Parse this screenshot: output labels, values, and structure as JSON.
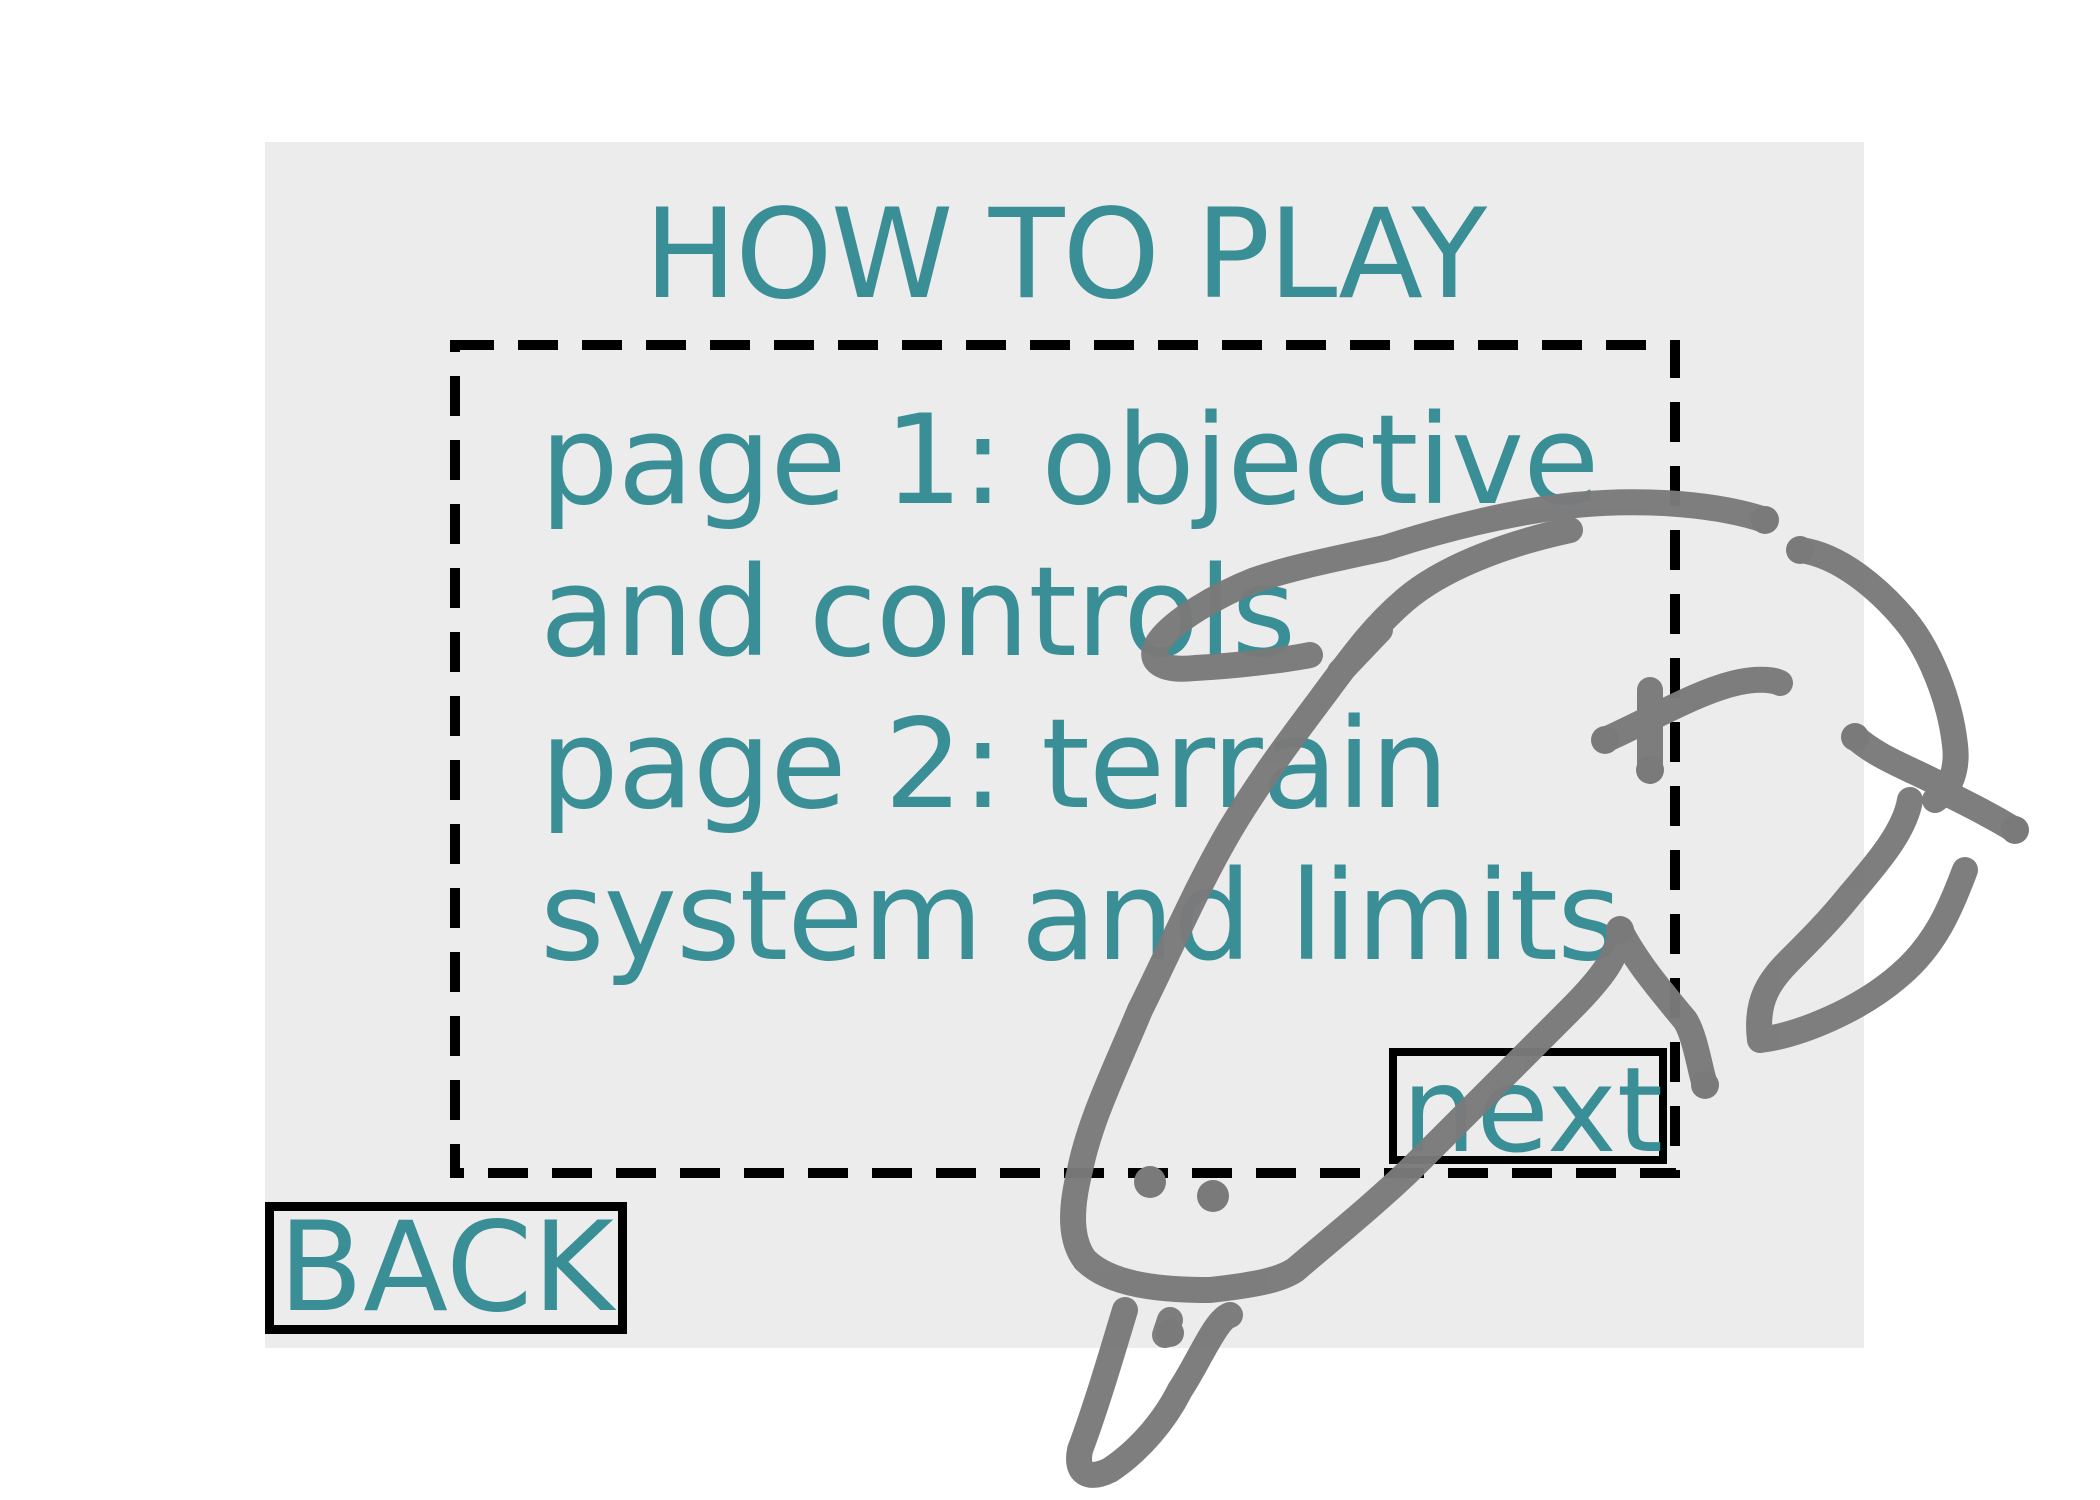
{
  "screen": {
    "title": "HOW TO PLAY",
    "pages": [
      {
        "line1": "page 1: objective",
        "line2": "and controls"
      },
      {
        "line1": "page 2: terrain",
        "line2": "system and limits"
      }
    ],
    "next_label": "next",
    "back_label": "BACK"
  },
  "colors": {
    "text": "#3a8e96",
    "panel": "#ececec",
    "border": "#000000",
    "scribble": "#7a7a7a"
  },
  "icons": {
    "overlay": "hand-drawn-scribble-icon"
  }
}
